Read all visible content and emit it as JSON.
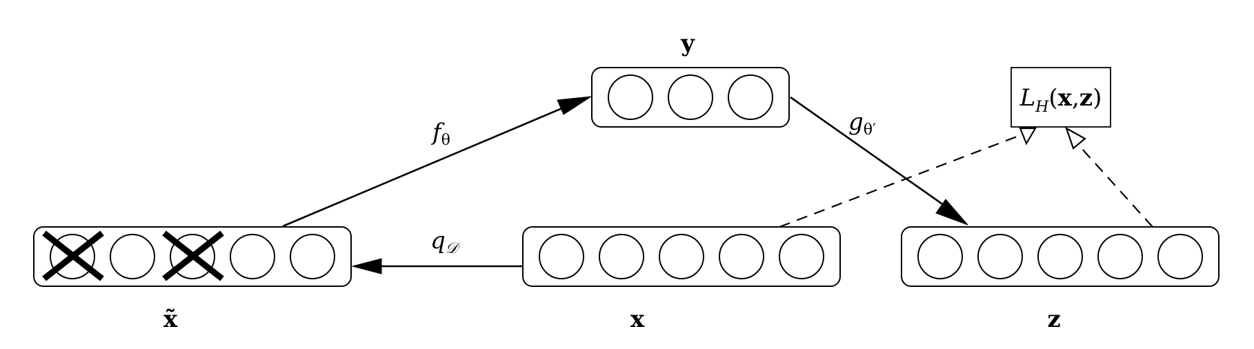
{
  "layers": {
    "x_tilde": {
      "label": "x̃",
      "units": 5,
      "corrupted_units": [
        1,
        3
      ]
    },
    "x": {
      "label": "x",
      "units": 5
    },
    "y": {
      "label": "y",
      "units": 3
    },
    "z": {
      "label": "z",
      "units": 5
    }
  },
  "edges": {
    "f": {
      "main": "f",
      "sub": "θ"
    },
    "g": {
      "main": "g",
      "sub": "θ′"
    },
    "q": {
      "main": "q",
      "sub": "𝒟"
    }
  },
  "loss": {
    "L": "L",
    "H": "H",
    "args_open": "(",
    "x": "x",
    "comma": ",",
    "z": "z",
    "args_close": ")"
  }
}
